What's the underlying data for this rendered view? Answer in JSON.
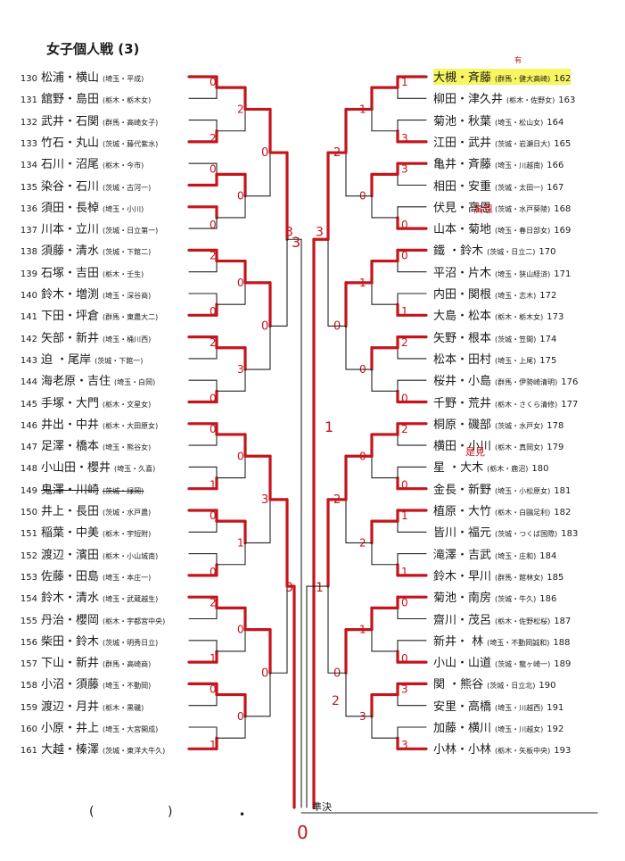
{
  "title": "女子個人戦 (3)",
  "final_label": "準決",
  "paren_left": "(",
  "paren_right": ")",
  "dot": "•",
  "left_entries": [
    {
      "num": "130",
      "names": "松浦・横山",
      "school": "(埼玉・平成)"
    },
    {
      "num": "131",
      "names": "舘野・島田",
      "school": "(栃木・栃木女)"
    },
    {
      "num": "132",
      "names": "武井・石関",
      "school": "(群馬・高崎女子)"
    },
    {
      "num": "133",
      "names": "竹石・丸山",
      "school": "(茨城・藤代紫水)"
    },
    {
      "num": "134",
      "names": "石川・沼尾",
      "school": "(栃木・今市)"
    },
    {
      "num": "135",
      "names": "染谷・石川",
      "school": "(茨城・古河一)"
    },
    {
      "num": "136",
      "names": "須田・長棹",
      "school": "(埼玉・小川)"
    },
    {
      "num": "137",
      "names": "川本・立川",
      "school": "(茨城・日立第一)"
    },
    {
      "num": "138",
      "names": "須藤・清水",
      "school": "(茨城・下館二)"
    },
    {
      "num": "139",
      "names": "石塚・吉田",
      "school": "(栃木・壬生)"
    },
    {
      "num": "140",
      "names": "鈴木・増渕",
      "school": "(埼玉・深谷商)"
    },
    {
      "num": "141",
      "names": "下田・坪倉",
      "school": "(群馬・東農大二)"
    },
    {
      "num": "142",
      "names": "矢部・新井",
      "school": "(埼玉・桶川西)"
    },
    {
      "num": "143",
      "names": "迫 ・尾岸",
      "school": "(茨城・下館一)"
    },
    {
      "num": "144",
      "names": "海老原・吉住",
      "school": "(埼玉・白岡)"
    },
    {
      "num": "145",
      "names": "手塚・大門",
      "school": "(栃木・文星女)"
    },
    {
      "num": "146",
      "names": "井出・中井",
      "school": "(栃木・大田原女)"
    },
    {
      "num": "147",
      "names": "足澤・橋本",
      "school": "(埼玉・熊谷女)"
    },
    {
      "num": "148",
      "names": "小山田・櫻井",
      "school": "(埼玉・久喜)"
    },
    {
      "num": "149",
      "names": "鬼澤・川崎",
      "school": "(茨城・緑岡)"
    },
    {
      "num": "150",
      "names": "井上・長田",
      "school": "(茨城・水戸農)"
    },
    {
      "num": "151",
      "names": "稲葉・中美",
      "school": "(栃木・宇短附)"
    },
    {
      "num": "152",
      "names": "渡辺・濱田",
      "school": "(栃木・小山城南)"
    },
    {
      "num": "153",
      "names": "佐藤・田島",
      "school": "(埼玉・本庄一)"
    },
    {
      "num": "154",
      "names": "鈴木・清水",
      "school": "(埼玉・武蔵越生)"
    },
    {
      "num": "155",
      "names": "丹治・櫻岡",
      "school": "(栃木・宇都宮中央)"
    },
    {
      "num": "156",
      "names": "柴田・鈴木",
      "school": "(茨城・明秀日立)"
    },
    {
      "num": "157",
      "names": "下山・新井",
      "school": "(群馬・高崎商)"
    },
    {
      "num": "158",
      "names": "小沼・須藤",
      "school": "(埼玉・不動岡)"
    },
    {
      "num": "159",
      "names": "渡辺・月井",
      "school": "(栃木・黒磯)"
    },
    {
      "num": "160",
      "names": "小原・井上",
      "school": "(埼玉・大宮開成)"
    },
    {
      "num": "161",
      "names": "大越・榛澤",
      "school": "(茨城・東洋大牛久)"
    }
  ],
  "right_entries": [
    {
      "num": "162",
      "names": "大槻・斉藤",
      "school": "(群馬・健大高崎)"
    },
    {
      "num": "163",
      "names": "柳田・津久井",
      "school": "(栃木・佐野女)"
    },
    {
      "num": "164",
      "names": "菊池・秋葉",
      "school": "(埼玉・松山女)"
    },
    {
      "num": "165",
      "names": "江田・武井",
      "school": "(茨城・岩瀬日大)"
    },
    {
      "num": "166",
      "names": "亀井・斉藤",
      "school": "(埼玉・川越南)"
    },
    {
      "num": "167",
      "names": "相田・安重",
      "school": "(茨城・太田一)"
    },
    {
      "num": "168",
      "names": "伏見・高恩",
      "school": "(茨城・水戸葵陵)"
    },
    {
      "num": "169",
      "names": "山本・菊地",
      "school": "(埼玉・春日部女)"
    },
    {
      "num": "170",
      "names": "鐵 ・鈴木",
      "school": "(茨城・日立二)"
    },
    {
      "num": "171",
      "names": "平沼・片木",
      "school": "(埼玉・狭山経済)"
    },
    {
      "num": "172",
      "names": "内田・関根",
      "school": "(埼玉・志木)"
    },
    {
      "num": "173",
      "names": "大島・松本",
      "school": "(栃木・栃木女)"
    },
    {
      "num": "174",
      "names": "矢野・根本",
      "school": "(茨城・笠間)"
    },
    {
      "num": "175",
      "names": "松本・田村",
      "school": "(埼玉・上尾)"
    },
    {
      "num": "176",
      "names": "桜井・小島",
      "school": "(群馬・伊勢崎清明)"
    },
    {
      "num": "177",
      "names": "千野・荒井",
      "school": "(栃木・さくら清修)"
    },
    {
      "num": "178",
      "names": "桐原・磯部",
      "school": "(茨城・水戸女)"
    },
    {
      "num": "179",
      "names": "横田・小川",
      "school": "(栃木・真岡女)"
    },
    {
      "num": "180",
      "names": "星 ・大木",
      "school": "(栃木・鹿沼)"
    },
    {
      "num": "181",
      "names": "金長・新野",
      "school": "(埼玉・小松原女)"
    },
    {
      "num": "182",
      "names": "植原・大竹",
      "school": "(栃木・白鷗足利)"
    },
    {
      "num": "183",
      "names": "皆川・福元",
      "school": "(茨城・つくば国際)"
    },
    {
      "num": "184",
      "names": "滝澤・吉武",
      "school": "(埼玉・庄和)"
    },
    {
      "num": "185",
      "names": "鈴木・早川",
      "school": "(群馬・館林女)"
    },
    {
      "num": "186",
      "names": "菊池・南房",
      "school": "(茨城・牛久)"
    },
    {
      "num": "187",
      "names": "齋川・茂呂",
      "school": "(栃木・佐野松桜)"
    },
    {
      "num": "188",
      "names": "新井・ 林",
      "school": "(埼玉・不動岡誠和)"
    },
    {
      "num": "189",
      "names": "小山・山道",
      "school": "(茨城・龍ヶ崎一)"
    },
    {
      "num": "190",
      "names": "関 ・熊谷",
      "school": "(茨城・日立北)"
    },
    {
      "num": "191",
      "names": "安里・高橋",
      "school": "(埼玉・川越西)"
    },
    {
      "num": "192",
      "names": "加藤・横川",
      "school": "(埼玉・川越女)"
    },
    {
      "num": "193",
      "names": "小林・小林",
      "school": "(栃木・矢板中央)"
    }
  ],
  "handwritten": {
    "r1_left": [
      "0",
      "2",
      "0",
      "0",
      "2",
      "0",
      "2",
      "0",
      "0",
      "1",
      "0",
      "0",
      "2",
      "1",
      "0",
      "1"
    ],
    "r2_left": [
      "2",
      "0",
      "0",
      "3",
      "0",
      "1",
      "0",
      "0"
    ],
    "r3_left": [
      "0",
      "0",
      "3",
      "0"
    ],
    "r4_left": [
      "3",
      "3"
    ],
    "r1_right": [
      "1",
      "3",
      "3",
      "0",
      "0",
      "1",
      "2",
      "0",
      "2",
      "0",
      "1",
      "1",
      "0",
      "0",
      "3",
      "3"
    ],
    "r2_right": [
      "1",
      "0",
      "1",
      "0",
      "0",
      "2",
      "1",
      "3"
    ],
    "r3_right": [
      "2",
      "0",
      "2",
      "0"
    ],
    "r4_right": [
      "3",
      "1"
    ],
    "center": [
      "3",
      "1",
      "2",
      "0"
    ],
    "name_corrections": [
      "高恩",
      "是見",
      "有"
    ]
  }
}
